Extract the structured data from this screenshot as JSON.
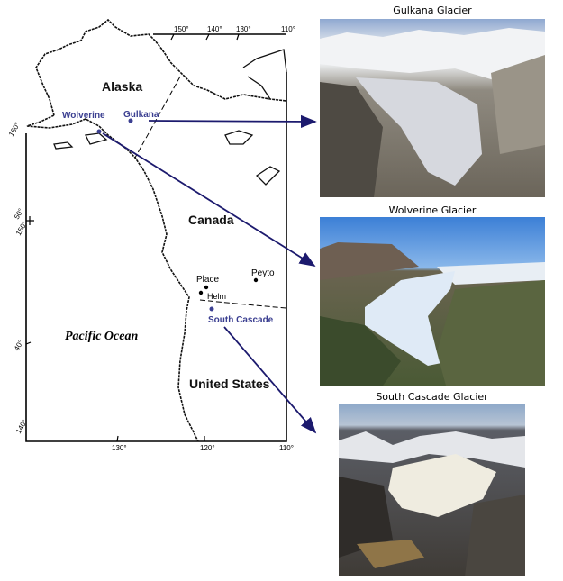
{
  "map": {
    "regions": {
      "alaska": "Alaska",
      "canada": "Canada",
      "us": "United States",
      "ocean": "Pacific Ocean"
    },
    "glaciers": {
      "wolverine": "Wolverine",
      "gulkana": "Gulkana",
      "south_cascade": "South Cascade",
      "place": "Place",
      "helm": "Helm",
      "peyto": "Peyto"
    },
    "top_ticks": [
      "150°",
      "140°",
      "130°",
      "110°"
    ],
    "bottom_ticks": [
      "130°",
      "120°",
      "110°"
    ],
    "left_ticks": [
      "160°",
      "50°",
      "150°",
      "40°",
      "140°"
    ]
  },
  "photos": {
    "gulkana": "Gulkana Glacier",
    "wolverine": "Wolverine Glacier",
    "south_cascade": "South Cascade Glacier"
  },
  "colors": {
    "arrow": "#1c1a6e",
    "highlight": "#3b3f91"
  }
}
